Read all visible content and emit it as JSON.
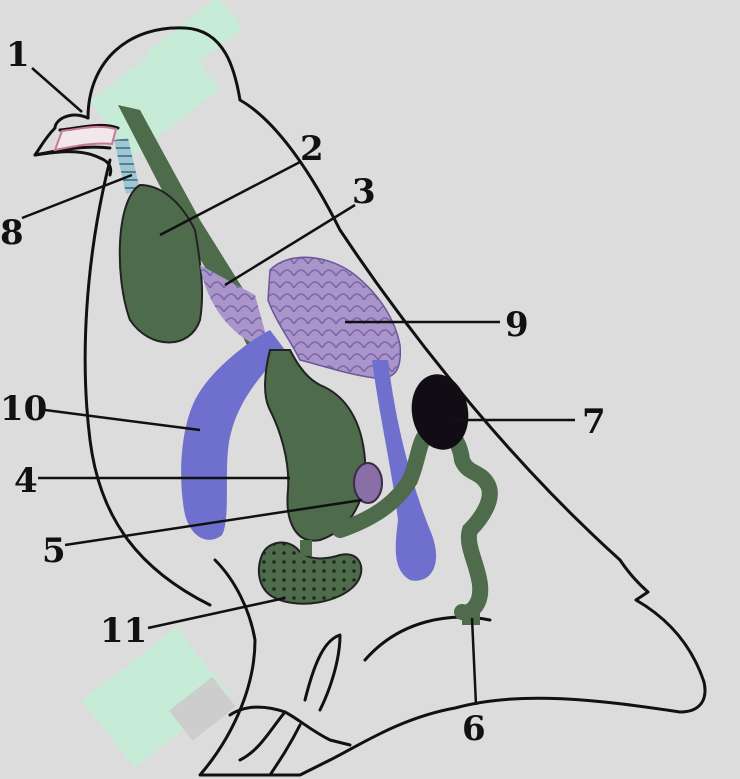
{
  "colors": {
    "background": "#dcdcdc",
    "gut_green": "#4e6b4c",
    "air_sac_purple": "#a995c9",
    "blue_organ": "#6f6fce",
    "dark_organ": "#120d14",
    "watermark_green": "#bff2d6"
  },
  "labels": [
    {
      "id": "1",
      "text": "1"
    },
    {
      "id": "2",
      "text": "2"
    },
    {
      "id": "3",
      "text": "3"
    },
    {
      "id": "4",
      "text": "4"
    },
    {
      "id": "5",
      "text": "5"
    },
    {
      "id": "6",
      "text": "6"
    },
    {
      "id": "7",
      "text": "7"
    },
    {
      "id": "8",
      "text": "8"
    },
    {
      "id": "9",
      "text": "9"
    },
    {
      "id": "10",
      "text": "10"
    },
    {
      "id": "11",
      "text": "11"
    }
  ]
}
